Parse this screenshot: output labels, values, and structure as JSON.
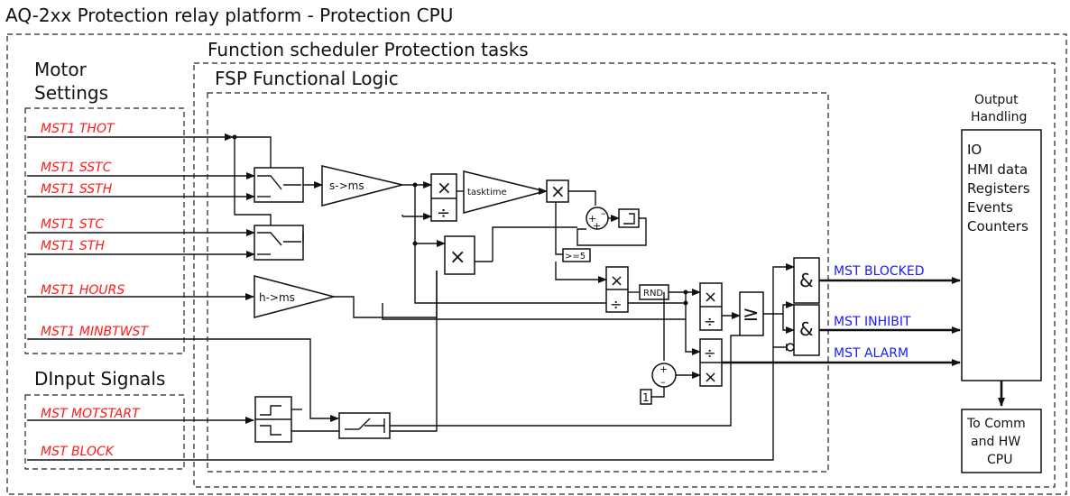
{
  "title": "AQ-2xx Protection relay platform - Protection CPU",
  "scheduler_title": "Function scheduler Protection tasks",
  "fsp_title": "FSP Functional Logic",
  "motor_settings": {
    "title_line1": "Motor",
    "title_line2": "Settings",
    "items": [
      "MST1 THOT",
      "MST1 SSTC",
      "MST1 SSTH",
      "MST1 STC",
      "MST1 STH",
      "MST1 HOURS",
      "MST1 MINBTWST"
    ]
  },
  "dinput": {
    "title": "DInput Signals",
    "items": [
      "MST MOTSTART",
      "MST BLOCK"
    ]
  },
  "blocks": {
    "s_to_ms": "s->ms",
    "h_to_ms": "h->ms",
    "tasktime": "tasktime",
    "cmp5": ">=5",
    "rnd": "RND",
    "geq": "≥",
    "and": "&",
    "one": "1",
    "mul": "×",
    "div": "÷"
  },
  "outputs": [
    "MST BLOCKED",
    "MST INHIBIT",
    "MST ALARM"
  ],
  "output_handling": {
    "title_line1": "Output",
    "title_line2": "Handling",
    "items": [
      "IO",
      "HMI data",
      "Registers",
      "Events",
      "Counters"
    ]
  },
  "comm": {
    "line1": "To Comm",
    "line2": "and HW",
    "line3": "CPU"
  }
}
